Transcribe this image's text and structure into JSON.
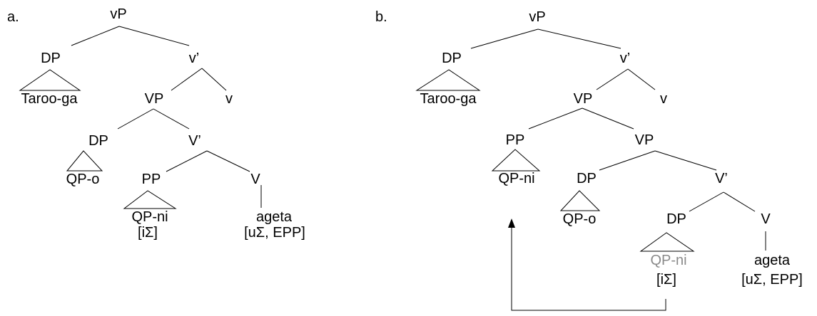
{
  "colors": {
    "text": "#000000",
    "lines": "#000000",
    "moved_copy": "#8a8a8a",
    "background": "#ffffff"
  },
  "tree_a": {
    "label": "a.",
    "vP": "vP",
    "DP_subject": "DP",
    "subject": "Taroo-ga",
    "v_bar": "v’",
    "VP": "VP",
    "v": "v",
    "DP_object": "DP",
    "object": "QP-o",
    "V_bar": "V’",
    "PP": "PP",
    "V": "V",
    "pp_content": "QP-ni",
    "pp_feature": "[iΣ]",
    "verb": "ageta",
    "verb_features": "[uΣ, EPP]"
  },
  "tree_b": {
    "label": "b.",
    "vP": "vP",
    "DP_subject": "DP",
    "subject": "Taroo-ga",
    "v_bar": "v’",
    "VP": "VP",
    "v": "v",
    "PP_moved": "PP",
    "VP_lower": "VP",
    "moved_content": "QP-ni",
    "DP_object": "DP",
    "V_bar": "V’",
    "object": "QP-o",
    "DP_lower": "DP",
    "V": "V",
    "copy_content": "QP-ni",
    "copy_feature": "[iΣ]",
    "verb": "ageta",
    "verb_features": "[uΣ, EPP]"
  }
}
